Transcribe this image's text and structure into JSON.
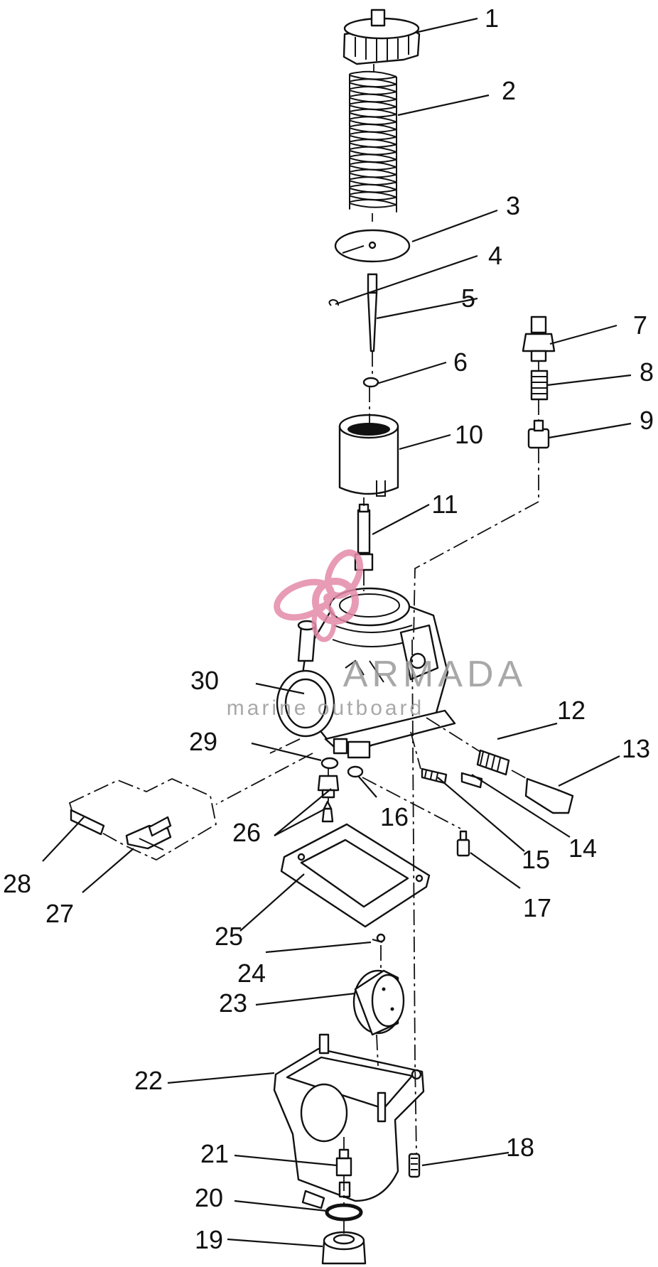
{
  "diagram": {
    "labels": [
      "1",
      "2",
      "3",
      "4",
      "5",
      "6",
      "7",
      "8",
      "9",
      "10",
      "11",
      "12",
      "13",
      "14",
      "15",
      "16",
      "17",
      "18",
      "19",
      "20",
      "21",
      "22",
      "23",
      "24",
      "25",
      "26",
      "27",
      "28",
      "29",
      "30"
    ]
  },
  "watermark": {
    "brand": "ARMADA",
    "tagline": "marine outboard",
    "logo_color": "#e48aa8",
    "text_color": "#9a9a9a"
  },
  "colors": {
    "ink": "#111111",
    "paper": "#ffffff"
  }
}
